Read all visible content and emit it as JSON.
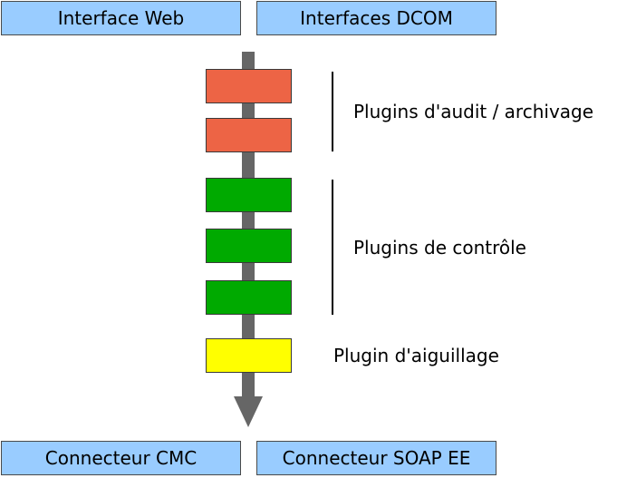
{
  "interfaces": {
    "top_left": "Interface Web",
    "top_right": "Interfaces DCOM",
    "bottom_left": "Connecteur CMC",
    "bottom_right": "Connecteur SOAP EE"
  },
  "groups": {
    "audit": "Plugins d'audit / archivage",
    "control": "Plugins de contrôle",
    "switch": "Plugin d'aiguillage"
  },
  "colors": {
    "interface_fill": "#99ccff",
    "audit_plugin": "#ed6445",
    "control_plugin": "#00aa00",
    "switch_plugin": "#ffff00",
    "flow_arrow": "#666666"
  }
}
